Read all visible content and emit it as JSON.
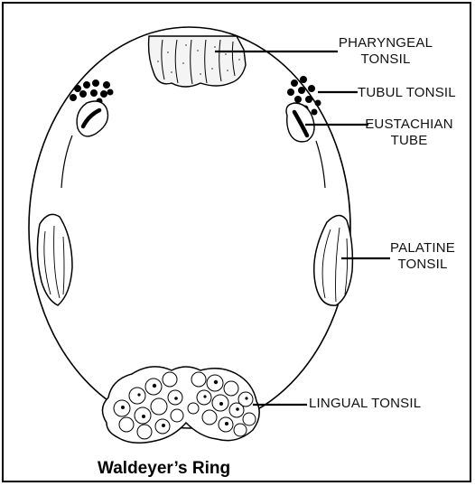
{
  "title": "Waldeyer’s Ring",
  "labels": {
    "pharyngeal_line1": "PHARYNGEAL",
    "pharyngeal_line2": "TONSIL",
    "tubul": "TUBUL TONSIL",
    "eustachian_line1": "EUSTACHIAN",
    "eustachian_line2": "TUBE",
    "palatine_line1": "PALATINE",
    "palatine_line2": "TONSIL",
    "lingual": "LINGUAL TONSIL"
  },
  "colors": {
    "ink": "#000000",
    "background": "#ffffff"
  }
}
